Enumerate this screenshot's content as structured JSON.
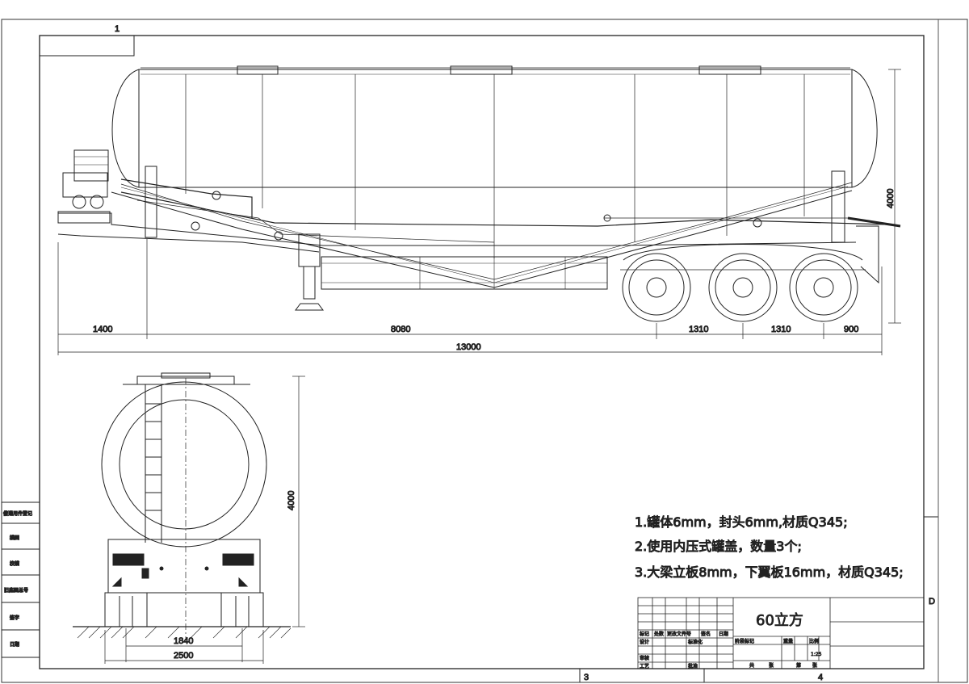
{
  "zones": {
    "top_left": "1",
    "bottom_mid": "3",
    "bottom_right": "4",
    "right": "D"
  },
  "side_view": {
    "dims": [
      "1400",
      "8080",
      "1310",
      "1310",
      "900",
      "13000"
    ],
    "height_dim": "4000"
  },
  "rear_view": {
    "height_dim": "4000",
    "track_dim": "1840",
    "width_dim": "2500"
  },
  "notes": [
    "1.罐体6mm，封头6mm,材质Q345;",
    "2.使用内压式罐盖，数量3个;",
    "3.大梁立板8mm，下翼板16mm，材质Q345;"
  ],
  "title_block": {
    "title": "60立方",
    "scale_value": "1:25",
    "small_labels": [
      "标记",
      "处数",
      "更改文件号",
      "签名",
      "日期",
      "设计",
      "标准化",
      "阶段标记",
      "重量",
      "比例",
      "审核",
      "工艺",
      "批准",
      "共",
      "张",
      "第",
      "张"
    ]
  },
  "left_strip": [
    "借通用件登记",
    "描图",
    "校描",
    "旧底图总号",
    "签字",
    "日期"
  ]
}
